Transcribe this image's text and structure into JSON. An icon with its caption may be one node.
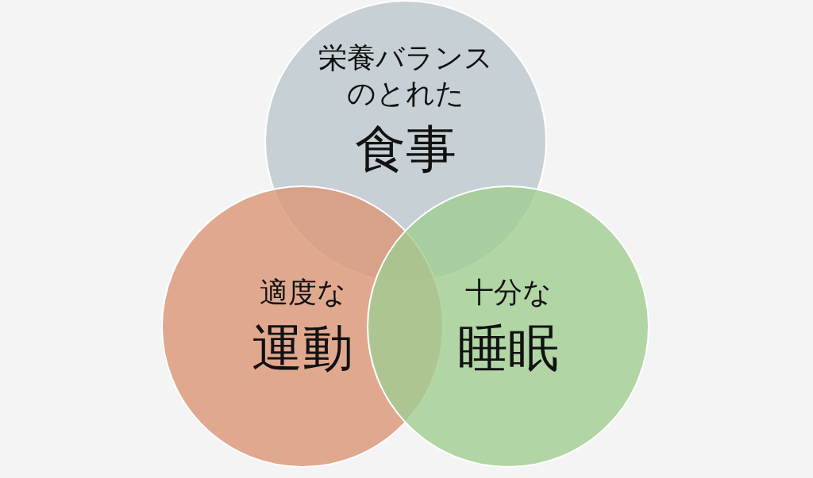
{
  "diagram": {
    "nodes": [
      {
        "text": [
          "栄養バランスのとれた",
          "食事"
        ]
      },
      {
        "text": [
          "適度な",
          "運動"
        ]
      },
      {
        "text": [
          "十分な",
          "睡眠"
        ]
      }
    ]
  }
}
